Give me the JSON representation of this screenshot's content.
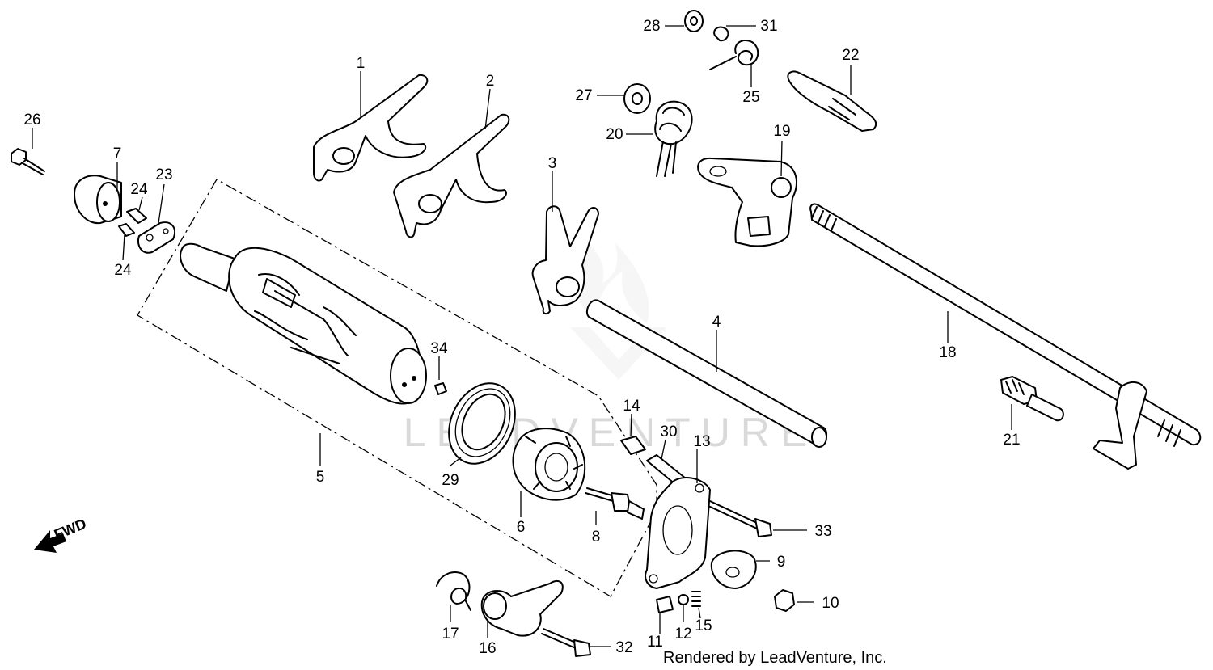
{
  "diagram": {
    "credit": "Rendered by LeadVenture, Inc.",
    "watermark": "LEADVENTURE",
    "direction_label": "FWD",
    "callouts": [
      "1",
      "2",
      "3",
      "4",
      "5",
      "6",
      "7",
      "8",
      "9",
      "10",
      "11",
      "12",
      "13",
      "14",
      "15",
      "16",
      "17",
      "18",
      "19",
      "20",
      "21",
      "22",
      "23",
      "24",
      "24",
      "25",
      "26",
      "27",
      "28",
      "29",
      "30",
      "31",
      "32",
      "33",
      "34"
    ]
  }
}
